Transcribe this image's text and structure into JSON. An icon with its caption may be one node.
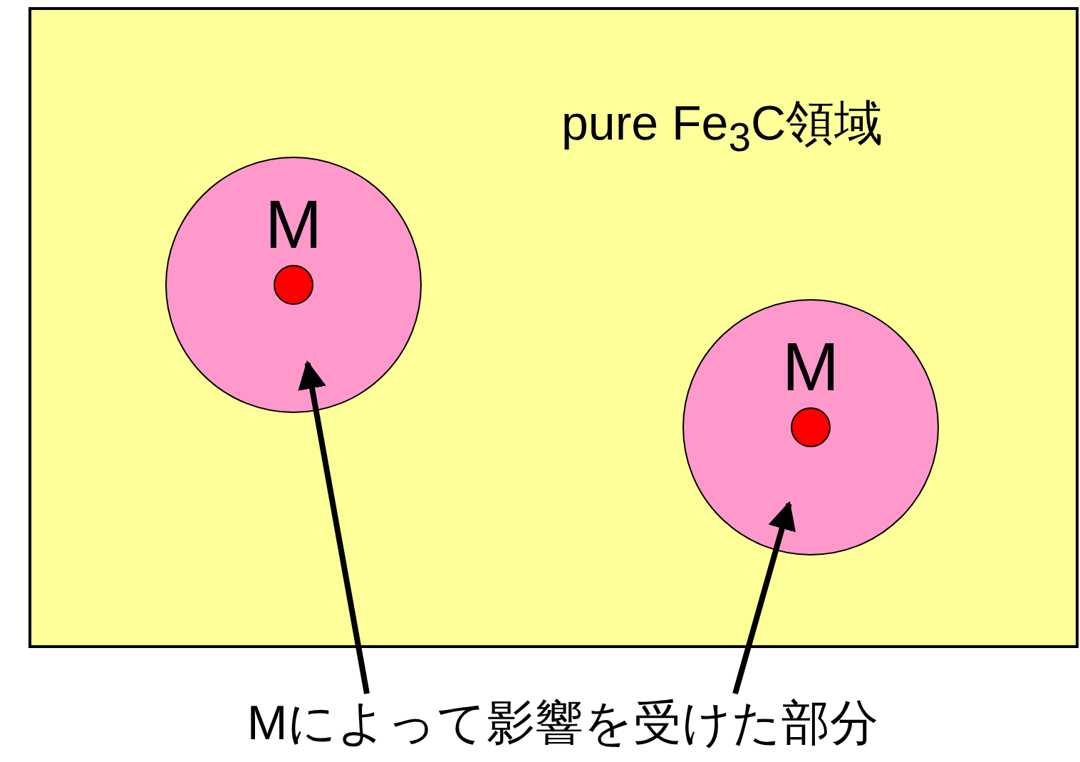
{
  "diagram": {
    "nodes": [
      {
        "text": [
          "pure Fe$_{3}$C領域"
        ]
      },
      {
        "text": [
          "M"
        ],
        "in": 0
      },
      {
        "text": [],
        "shape": "circle",
        "in": 1
      },
      {
        "text": [
          "M"
        ],
        "in": 0
      },
      {
        "text": [],
        "shape": "circle",
        "in": 3
      },
      {
        "text": [
          "Mによって影響を受けた部分"
        ]
      }
    ],
    "edges": [
      {
        "from": 5,
        "to": 1,
        "arrow": "to"
      },
      {
        "from": 5,
        "to": 3,
        "arrow": "to"
      }
    ]
  }
}
